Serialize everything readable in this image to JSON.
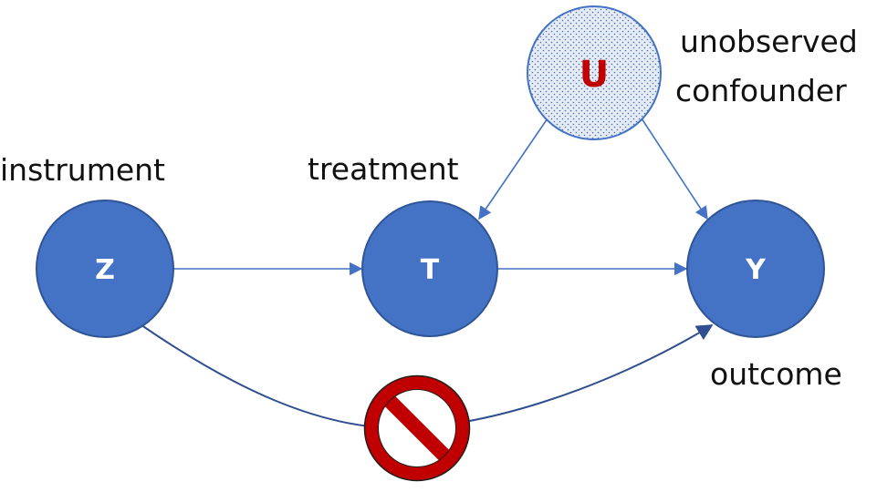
{
  "nodes": {
    "z": {
      "letter": "Z",
      "label": "instrument"
    },
    "t": {
      "letter": "T",
      "label": "treatment"
    },
    "y": {
      "letter": "Y",
      "label": "outcome"
    },
    "u": {
      "letter": "U",
      "label_line1": "unobserved",
      "label_line2": "confounder"
    }
  },
  "colors": {
    "node_fill": "#4472c4",
    "node_stroke": "#2f5597",
    "edge": "#4472c4",
    "curve": "#2f4f8f",
    "u_letter": "#c00000",
    "u_fill": "#dce6f2",
    "prohibit_red": "#c00000"
  },
  "icons": {
    "prohibit": "prohibited-icon"
  }
}
